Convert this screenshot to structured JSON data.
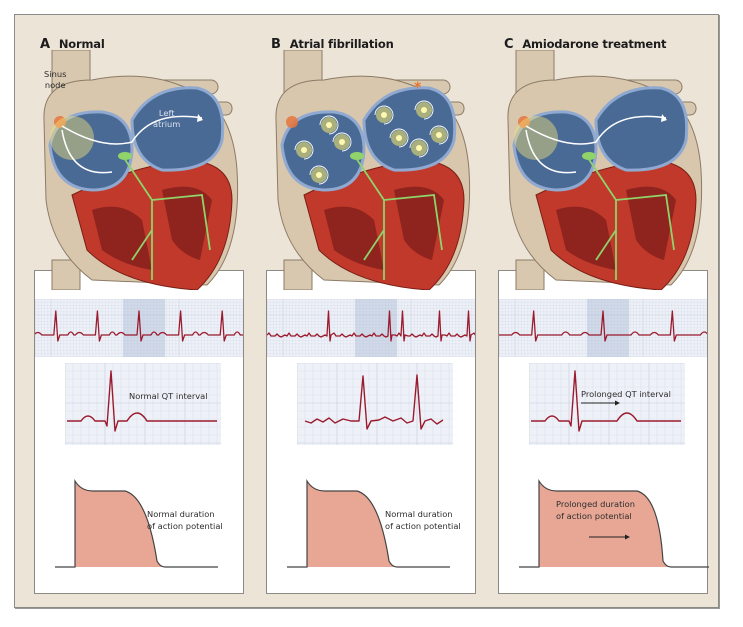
{
  "figure": {
    "panels": [
      {
        "letter": "A",
        "title": "Normal",
        "heart_labels": {
          "sinus_node": [
            "Sinus",
            "node"
          ],
          "left_atrium": [
            "Left",
            "atrium"
          ]
        },
        "atrial_state": "organized-conduction",
        "ecg_strip": {
          "rhythm": "regular sinus",
          "beats": 5
        },
        "qt_label": "Normal QT interval",
        "ap_label": [
          "Normal duration",
          "of action potential"
        ],
        "qt_prolonged": false,
        "ap_prolonged": false
      },
      {
        "letter": "B",
        "title": "Atrial fibrillation",
        "heart_labels": {},
        "atrial_state": "multiple-reentrant-wavelets",
        "ecg_strip": {
          "rhythm": "irregular, fibrillatory baseline",
          "beats": 9
        },
        "qt_label": "",
        "ap_label": [
          "Normal duration",
          "of action potential"
        ],
        "qt_prolonged": false,
        "ap_prolonged": false
      },
      {
        "letter": "C",
        "title": "Amiodarone treatment",
        "heart_labels": {},
        "atrial_state": "organized-conduction",
        "ecg_strip": {
          "rhythm": "regular, slower",
          "beats": 3
        },
        "qt_label": "Prolonged QT interval",
        "ap_label": [
          "Prolonged duration",
          "of action potential"
        ],
        "qt_prolonged": true,
        "ap_prolonged": true
      }
    ],
    "colors": {
      "background": "#ede4d8",
      "ecg_trace": "#9b1b2e",
      "grid": "#dde3ee",
      "action_potential_fill": "#e8a795",
      "myocardium": "#c0392b",
      "atrium": "#4a6a96",
      "conduction": "#8fd36a",
      "sinus_node": "#e8743b",
      "vessel": "#d9c8b0"
    }
  }
}
